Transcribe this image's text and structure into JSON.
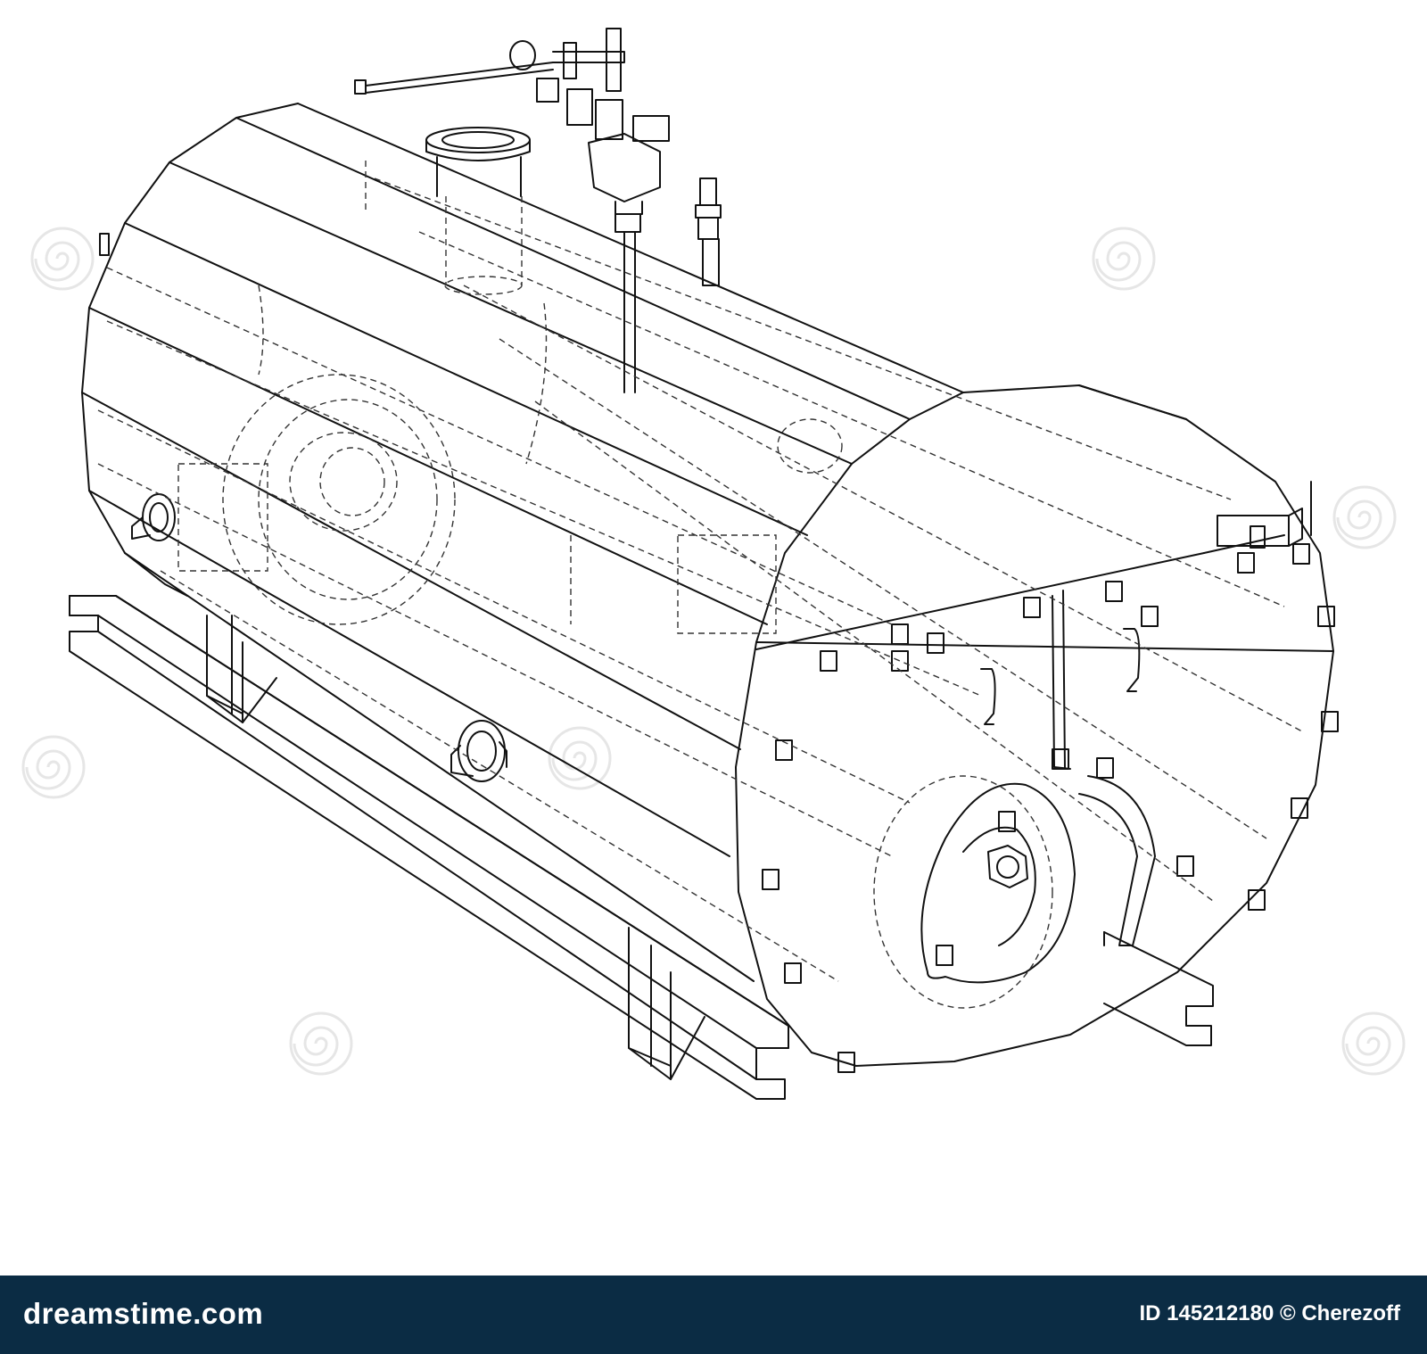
{
  "footer": {
    "brand": "dreamstime.com",
    "image_id": "ID 145212180",
    "copyright_symbol": "©",
    "author": "Cherezoff"
  },
  "colors": {
    "line": "#111111",
    "dashed_line": "#333333",
    "footer_bg": "#0b2c44",
    "footer_text": "#ffffff",
    "watermark": "#e6e6e6"
  },
  "icons": {
    "watermark": "spiral-icon"
  }
}
